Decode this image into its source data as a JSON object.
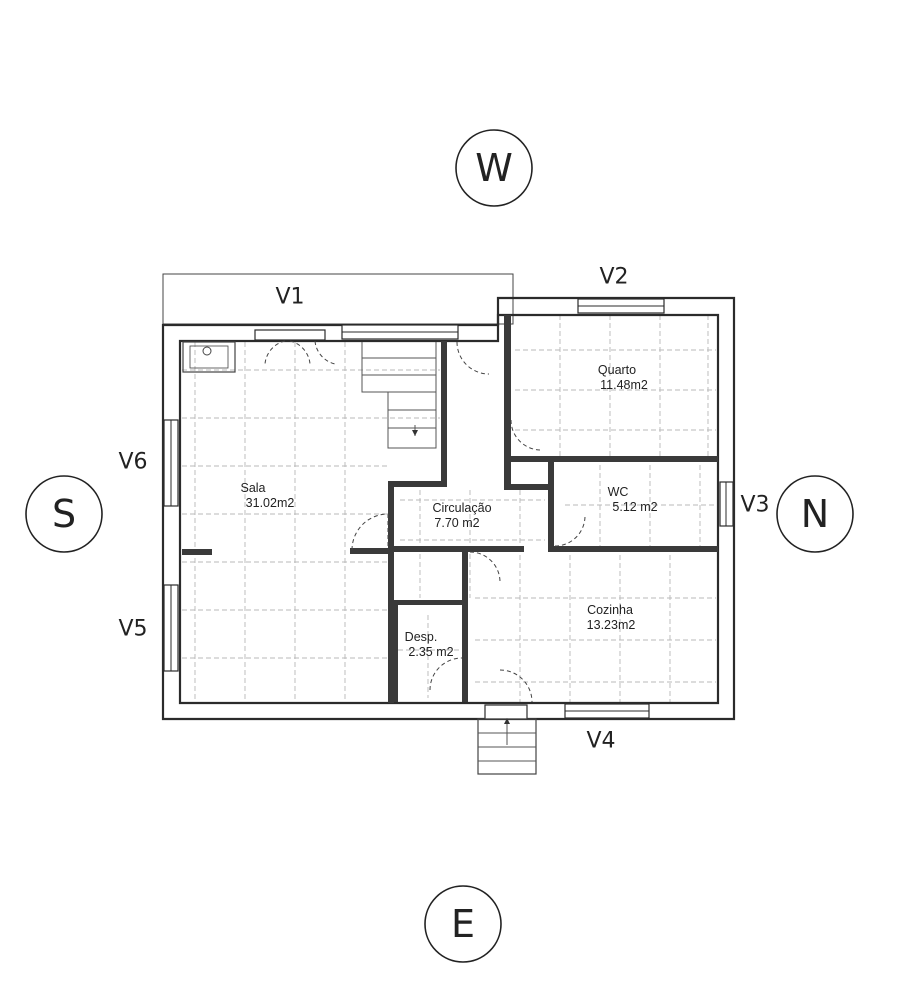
{
  "compass": {
    "west": "W",
    "south": "S",
    "north": "N",
    "east": "E"
  },
  "windows": {
    "v1": "V1",
    "v2": "V2",
    "v3": "V3",
    "v4": "V4",
    "v5": "V5",
    "v6": "V6"
  },
  "rooms": {
    "sala": {
      "name": "Sala",
      "area": "31.02m2"
    },
    "quarto": {
      "name": "Quarto",
      "area": "11.48m2"
    },
    "circulacao": {
      "name": "Circulação",
      "area": "7.70  m2"
    },
    "wc": {
      "name": "WC",
      "area": "5.12  m2"
    },
    "cozinha": {
      "name": "Cozinha",
      "area": "13.23m2"
    },
    "desp": {
      "name": "Desp.",
      "area": "2.35  m2"
    }
  }
}
